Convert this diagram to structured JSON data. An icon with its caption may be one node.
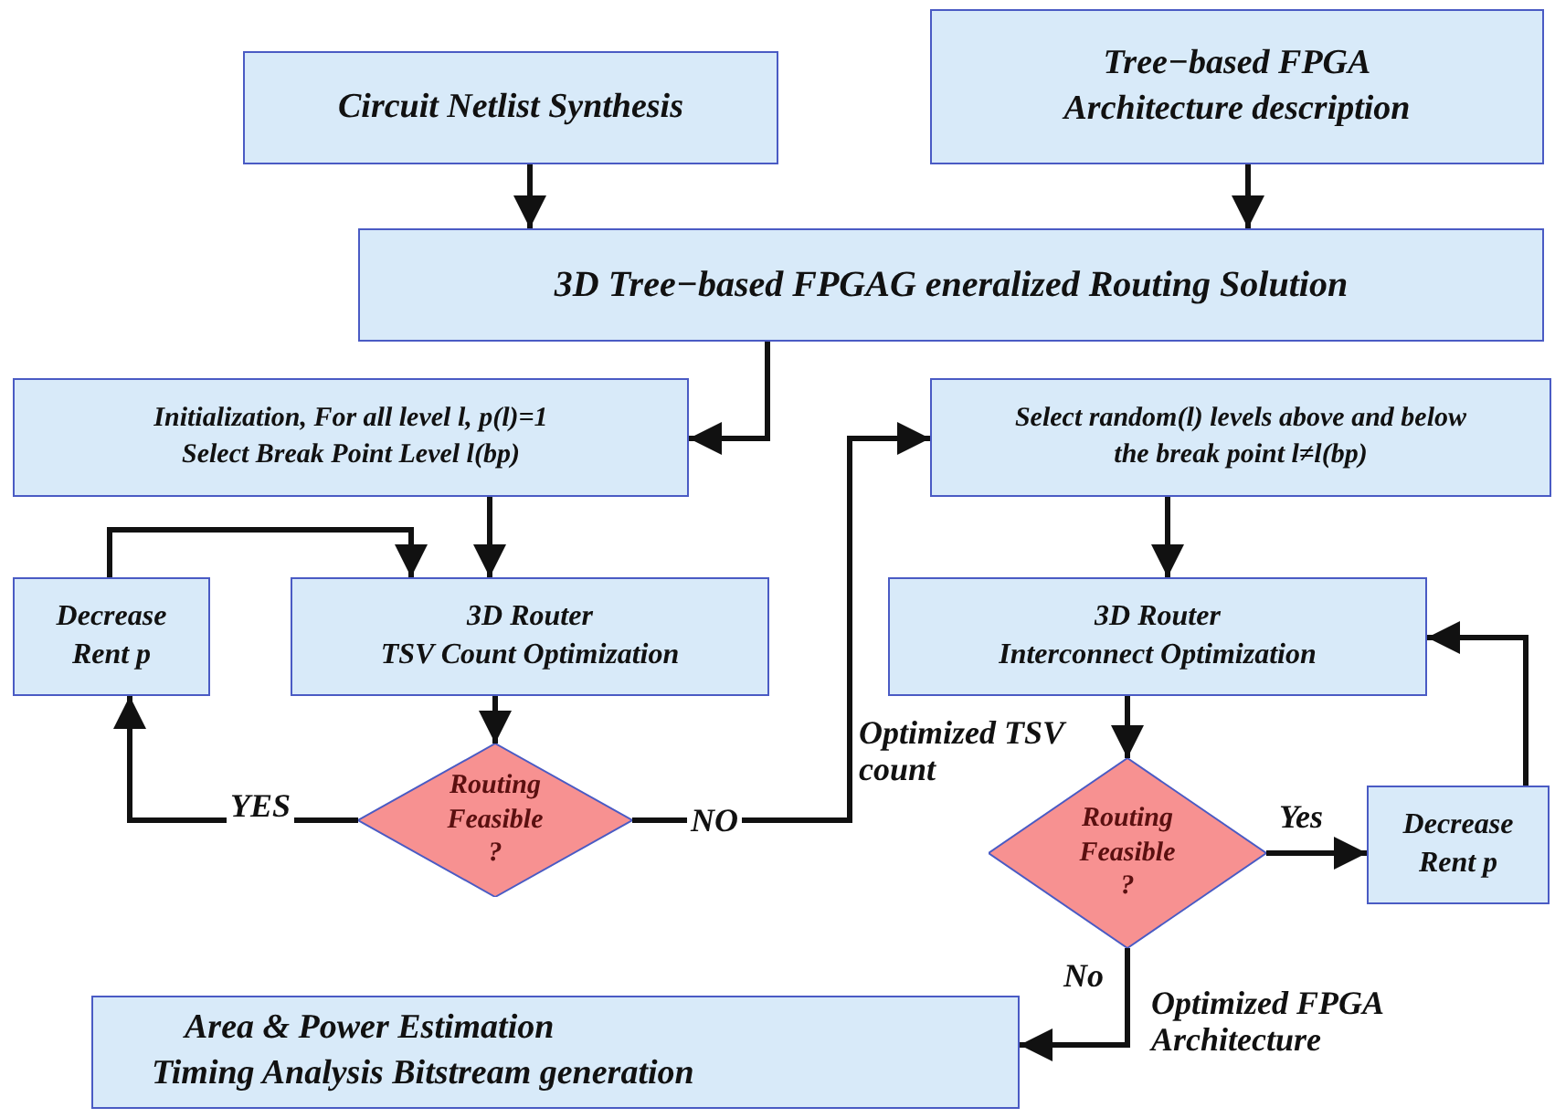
{
  "diagram": {
    "nodes": [
      {
        "text": [
          "Circuit Netlist Synthesis"
        ]
      },
      {
        "text": [
          "Tree−based FPGA Architecture description"
        ]
      },
      {
        "text": [
          "3D Tree−based FPGAG eneralized Routing Solution"
        ]
      },
      {
        "text": [
          "Initialization, For all level l, p(l)=1",
          "Select Break Point Level l(bp)"
        ]
      },
      {
        "text": [
          "Select random(l) levels above and below the break point l≠l(bp)"
        ]
      },
      {
        "text": [
          "Decrease Rent p"
        ]
      },
      {
        "text": [
          "3D Router",
          "TSV Count Optimization"
        ]
      },
      {
        "text": [
          "Routing Feasible",
          "?"
        ]
      },
      {
        "text": [
          "3D Router",
          "Interconnect Optimization"
        ]
      },
      {
        "text": [
          "Routing Feasible",
          "?"
        ]
      },
      {
        "text": [
          "Decrease Rent p"
        ]
      },
      {
        "text": [
          "Area & Power Estimation",
          "Timing Analysis Bitstream generation"
        ]
      }
    ],
    "edges": [
      {
        "from": 0,
        "to": 2,
        "arrow": "to"
      },
      {
        "from": 1,
        "to": 2,
        "arrow": "to"
      },
      {
        "from": 2,
        "to": 3,
        "arrow": "to"
      },
      {
        "from": 3,
        "to": 6,
        "arrow": "to"
      },
      {
        "from": 5,
        "to": 6,
        "arrow": "to"
      },
      {
        "from": 6,
        "to": 7,
        "arrow": "to"
      },
      {
        "from": 7,
        "to": 5,
        "arrow": "to",
        "label": "YES"
      },
      {
        "from": 7,
        "to": 4,
        "arrow": "to",
        "label": "NO"
      },
      {
        "from": 4,
        "to": 8,
        "arrow": "to"
      },
      {
        "from": 8,
        "to": 9,
        "arrow": "to"
      },
      {
        "from": 9,
        "to": 10,
        "arrow": "to",
        "label": "Yes"
      },
      {
        "from": 10,
        "to": 8,
        "arrow": "to"
      },
      {
        "from": 9,
        "to": 11,
        "arrow": "to",
        "label": "No"
      }
    ],
    "labels": [
      "Optimized TSV count",
      "Optimized FPGA Architecture"
    ]
  }
}
